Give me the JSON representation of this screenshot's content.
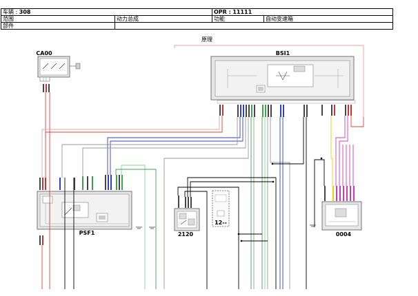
{
  "header": {
    "vehicle_label": "车辆 :",
    "vehicle_value": "308",
    "opr_label": "OPR :",
    "opr_value": "11111",
    "scope_label": "范围",
    "scope_value": "动力总成",
    "function_label": "功能",
    "function_value": "自动变速箱",
    "part_label": "部件"
  },
  "section_title": "原理",
  "components": {
    "ca00": "CA00",
    "bsi1": "BSI1",
    "psf1": "PSF1",
    "c2120": "2120",
    "c0004": "0004",
    "c12": "12--"
  },
  "wire_colors": {
    "red": "#e0403a",
    "light_red": "#f0a0a0",
    "blue": "#2c3fc8",
    "green": "#3aa64a",
    "light_green": "#8fd19a",
    "yellow": "#e8d400",
    "magenta": "#d23ab4",
    "grey": "#9a9a9a",
    "black": "#000000"
  }
}
